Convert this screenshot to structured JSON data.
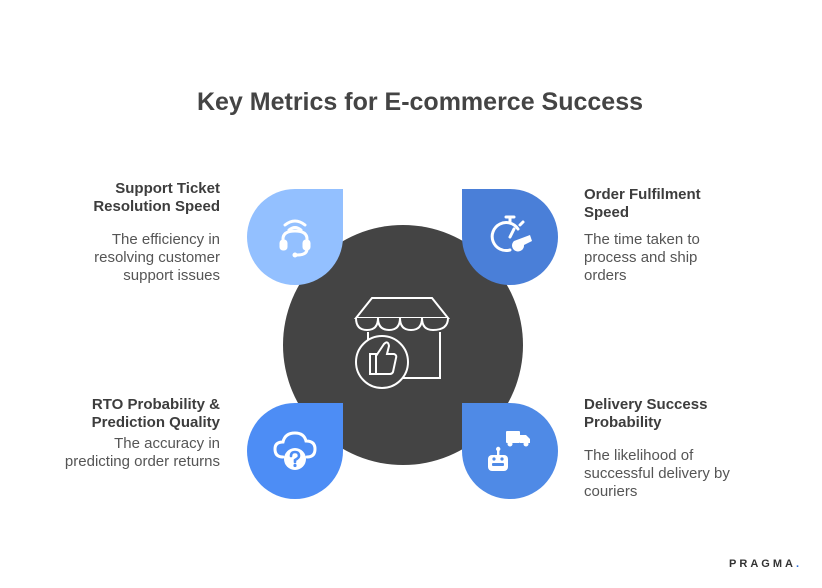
{
  "title": "Key Metrics for E-commerce Success",
  "center": {
    "icon": "storefront-thumbs-up-icon",
    "color": "#444444"
  },
  "metrics": [
    {
      "heading": "Support Ticket Resolution Speed",
      "description": "The efficiency in resolving customer support issues",
      "icon": "headset-icon",
      "color": "#93c0ff"
    },
    {
      "heading": "Order Fulfilment Speed",
      "description": "The time taken to process and ship orders",
      "icon": "stopwatch-whistle-icon",
      "color": "#4a7fd8"
    },
    {
      "heading": "RTO Probability & Prediction Quality",
      "description": "The accuracy in predicting order returns",
      "icon": "cloud-question-icon",
      "color": "#4d8df5"
    },
    {
      "heading": "Delivery Success Probability",
      "description": "The likelihood of successful delivery by couriers",
      "icon": "robot-truck-icon",
      "color": "#4f8ae6"
    }
  ],
  "brand": {
    "name": "PRAGMA",
    "dot": "."
  }
}
